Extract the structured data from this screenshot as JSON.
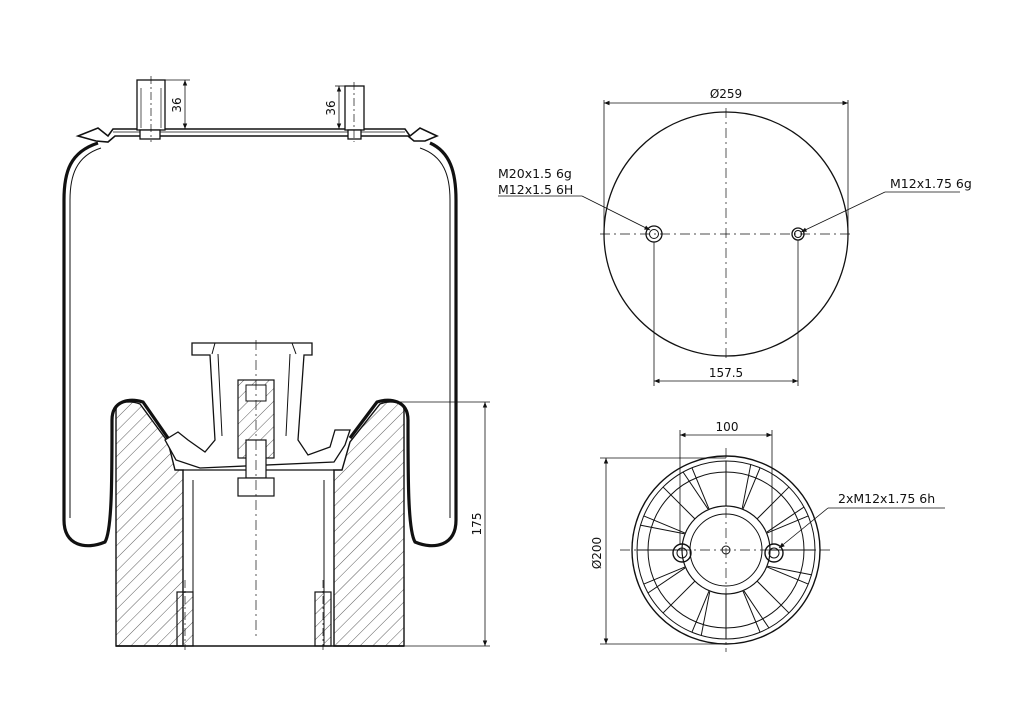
{
  "side_view": {
    "stud_height_left": "36",
    "stud_height_right": "36",
    "piston_height": "175"
  },
  "top_view": {
    "diameter": "Ø259",
    "stud_spacing": "157.5",
    "thread_left_line1": "M20x1.5 6g",
    "thread_left_line2": "M12x1.5 6H",
    "thread_right": "M12x1.75 6g"
  },
  "bottom_view": {
    "hole_spacing": "100",
    "diameter": "Ø200",
    "thread": "2xM12x1.75 6h"
  }
}
